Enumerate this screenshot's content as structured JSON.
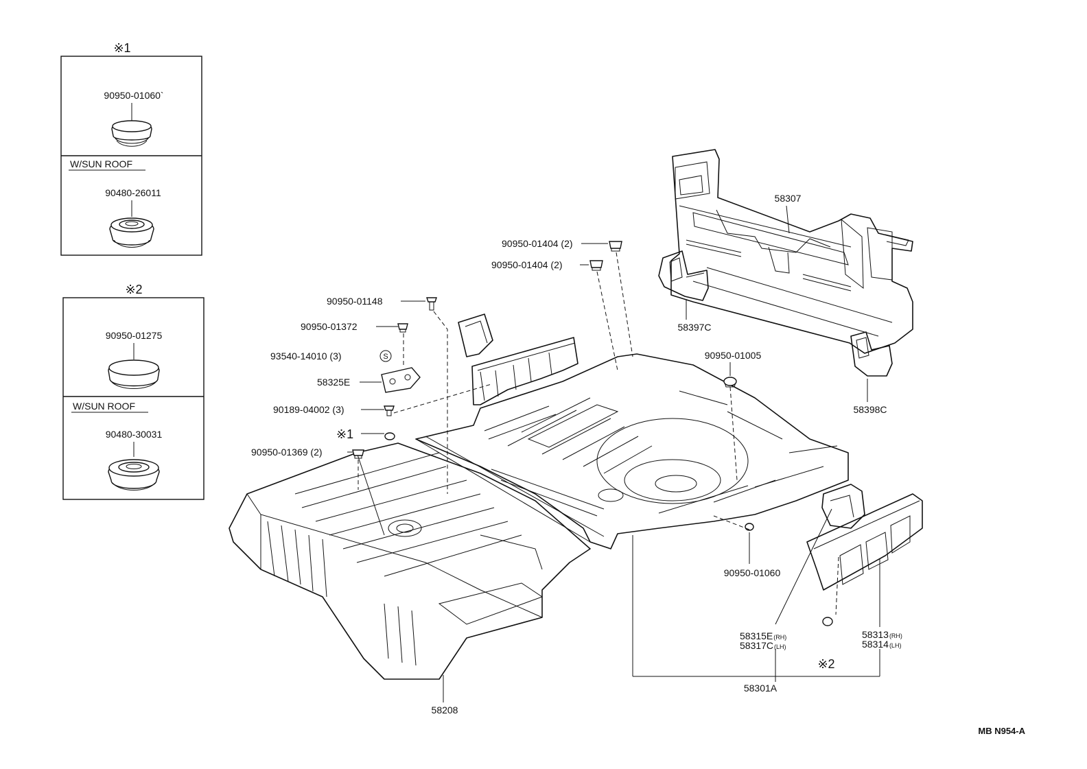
{
  "inset_1": {
    "marker": "※1",
    "part_top": "90950-01060`",
    "variant_label": "W/SUN ROOF",
    "part_bottom": "90480-26011"
  },
  "inset_2": {
    "marker": "※2",
    "part_top": "90950-01275",
    "variant_label": "W/SUN ROOF",
    "part_bottom": "90480-30031"
  },
  "labels": {
    "p58307": "58307",
    "p58397c": "58397C",
    "p58398c": "58398C",
    "p01404a": "90950-01404 (2)",
    "p01404b": "90950-01404 (2)",
    "p01148": "90950-01148",
    "p01372": "90950-01372",
    "p93540": "93540-14010 (3)",
    "s_mark": "S",
    "p58325e": "58325E",
    "p90189": "90189-04002 (3)",
    "ref1": "※1",
    "p01369": "90950-01369 (2)",
    "p01005": "90950-01005",
    "p01060": "90950-01060",
    "p58315e": "58315E",
    "p58315e_side": "(RH)",
    "p58317c": "58317C",
    "p58317c_side": "(LH)",
    "p58313": "58313",
    "p58313_side": "(RH)",
    "p58314": "58314",
    "p58314_side": "(LH)",
    "ref2": "※2",
    "p58301a": "58301A",
    "p58208": "58208",
    "diagram_code": "MB N954-A"
  }
}
